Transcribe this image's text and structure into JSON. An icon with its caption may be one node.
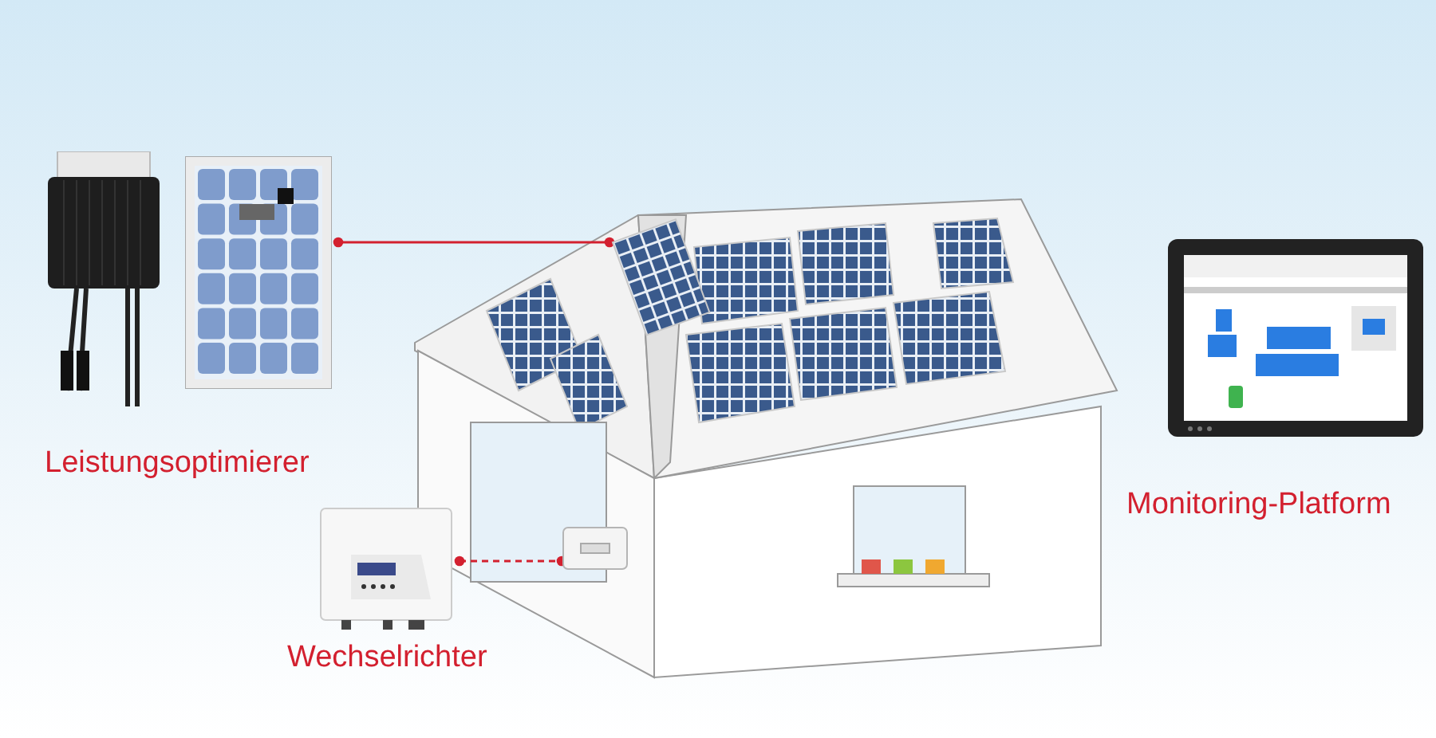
{
  "diagram": {
    "nodes": [
      {
        "text": [
          "Leistungsoptimierer"
        ]
      },
      {
        "text": [],
        "shape": "picture"
      },
      {
        "text": [],
        "shape": "box"
      },
      {
        "text": [
          "Wechselrichter"
        ]
      },
      {
        "text": [],
        "shape": "box"
      },
      {
        "text": [
          "Monitoring-Platform"
        ]
      }
    ],
    "edges": [
      {
        "from": 1,
        "to": 2,
        "arrow": "other"
      },
      {
        "from": 3,
        "to": 4,
        "arrow": "other",
        "style": "dashed"
      }
    ]
  }
}
